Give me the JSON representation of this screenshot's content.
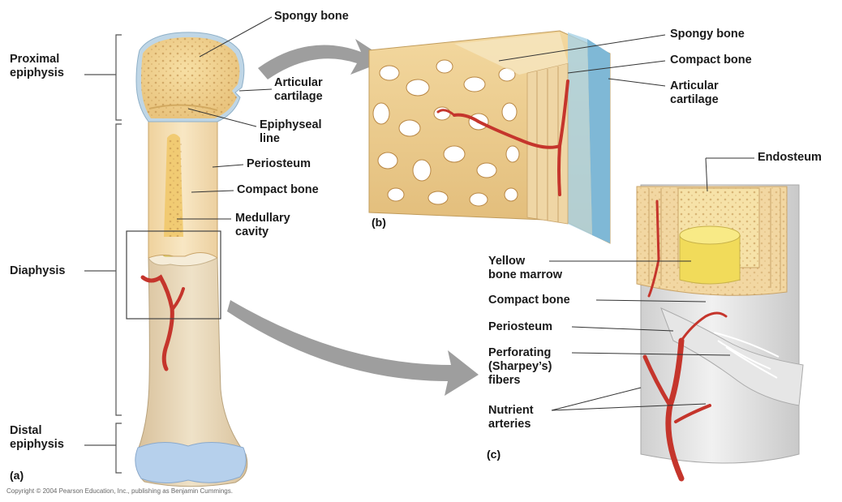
{
  "labels": {
    "proximal_epiphysis": [
      "Proximal",
      "epiphysis"
    ],
    "diaphysis": "Diaphysis",
    "distal_epiphysis": [
      "Distal",
      "epiphysis"
    ],
    "a_spongy_bone": "Spongy bone",
    "a_articular_cartilage": [
      "Articular",
      "cartilage"
    ],
    "a_epiphyseal_line": [
      "Epiphyseal",
      "line"
    ],
    "a_periosteum": "Periosteum",
    "a_compact_bone": "Compact bone",
    "a_medullary_cavity": [
      "Medullary",
      "cavity"
    ],
    "b_spongy_bone": "Spongy bone",
    "b_compact_bone": "Compact bone",
    "b_articular_cartilage": [
      "Articular",
      "cartilage"
    ],
    "c_endosteum": "Endosteum",
    "c_yellow_bone_marrow": [
      "Yellow",
      "bone marrow"
    ],
    "c_compact_bone": "Compact bone",
    "c_periosteum": "Periosteum",
    "c_perforating_fibers": [
      "Perforating",
      "(Sharpey’s)",
      "fibers"
    ],
    "c_nutrient_arteries": [
      "Nutrient",
      "arteries"
    ]
  },
  "panels": {
    "a": "(a)",
    "b": "(b)",
    "c": "(c)"
  },
  "copyright": "Copyright © 2004 Pearson Education, Inc., publishing as Benjamin Cummings.",
  "colors": {
    "bone_spongy": "#f3d79a",
    "bone_shaft": "#f4dfb7",
    "bone_lower": "#e9d6b2",
    "cartilage_blue": "#a9c9e6",
    "artery_red": "#c5352c",
    "arrow_gray": "#9e9e9e",
    "marrow_yellow": "#f4e06a"
  }
}
